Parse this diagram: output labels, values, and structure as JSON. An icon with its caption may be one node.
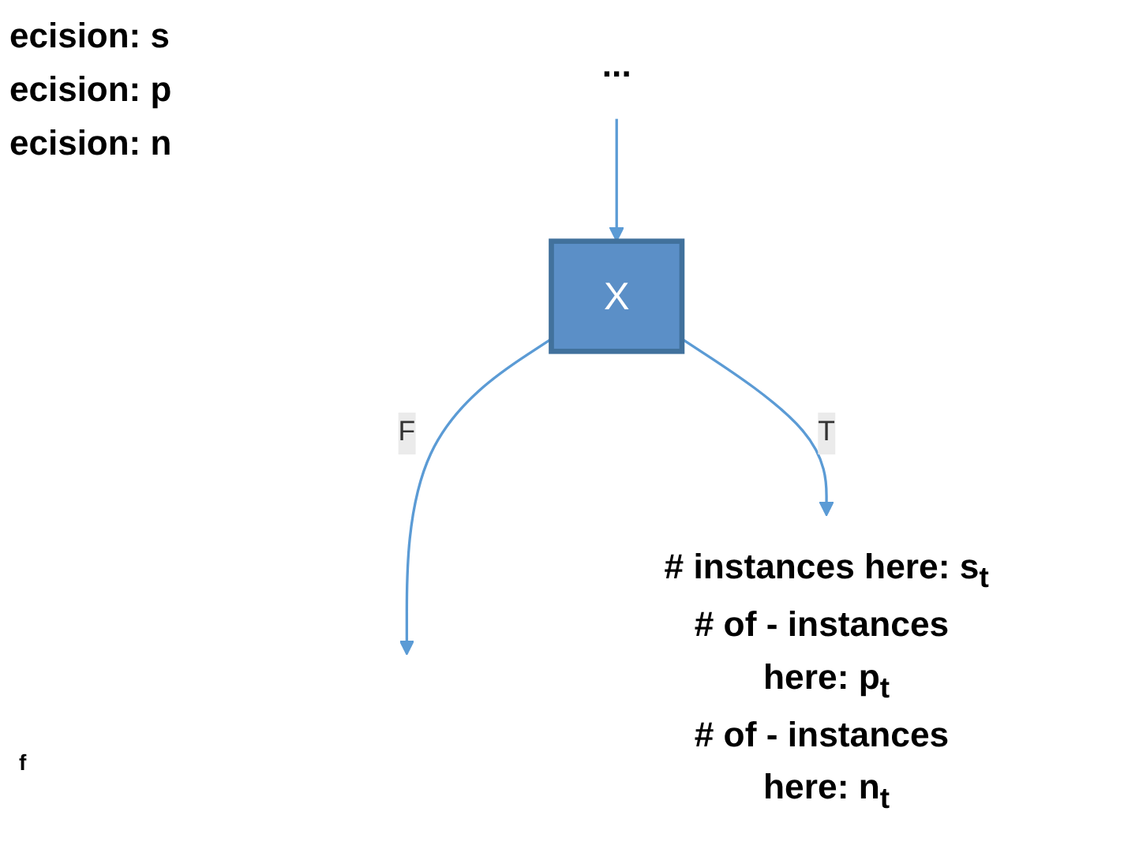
{
  "diagram": {
    "nodes": [
      {
        "text": [
          "..."
        ]
      },
      {
        "text": [
          "X"
        ]
      },
      {
        "text": [
          "# instances here: s$_{t}$",
          "# of - instances here: p$_{t}$",
          "# of - instances here: n$_{t}$"
        ]
      }
    ],
    "edges": [
      {
        "from": 0,
        "to": 1,
        "arrow": "to"
      },
      {
        "from": 1,
        "to": null,
        "label": "F",
        "arrow": "to"
      },
      {
        "from": 1,
        "to": 2,
        "label": "T",
        "arrow": "to"
      }
    ],
    "labels": [
      "ecision: s",
      "ecision: p",
      "ecision: n",
      "f"
    ]
  }
}
